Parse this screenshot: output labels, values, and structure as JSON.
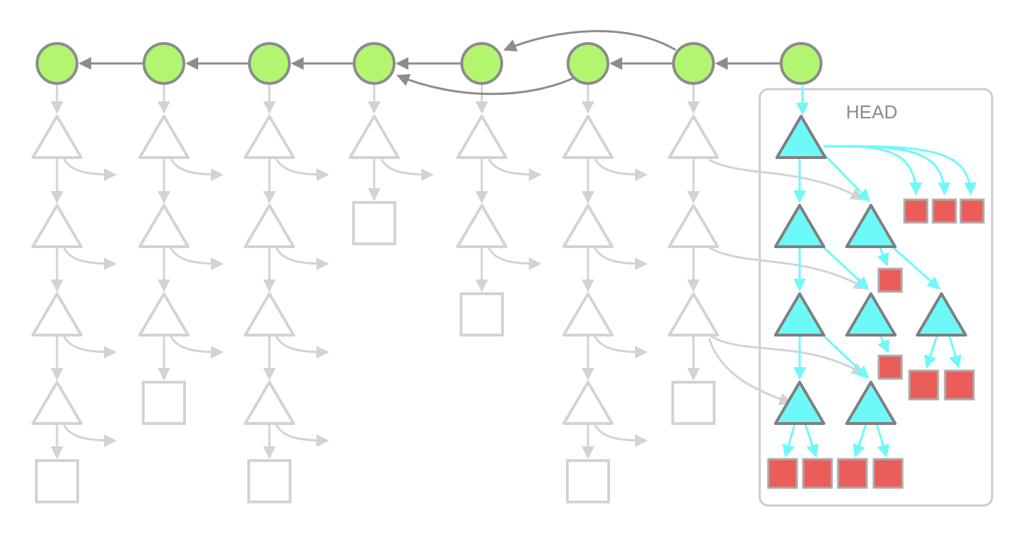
{
  "head_box": {
    "label": "HEAD"
  },
  "colors": {
    "commit_fill": "#b2f66f",
    "commit_stroke": "#8c8c8c",
    "commit_edge": "#8c8c8c",
    "faded": "#d3d3d3",
    "head_tree_fill": "#6ef9f9",
    "head_tree_stroke": "#7f7f7f",
    "head_blob_fill": "#ea5d59",
    "head_blob_stroke": "#aaaaaa",
    "head_edge": "#6ef9f9",
    "shared_link": "#d3d3d3",
    "head_box_stroke": "#cccccc"
  },
  "legend_concepts": {
    "commit_shape": "circle",
    "tree_shape": "triangle",
    "blob_shape": "square"
  }
}
